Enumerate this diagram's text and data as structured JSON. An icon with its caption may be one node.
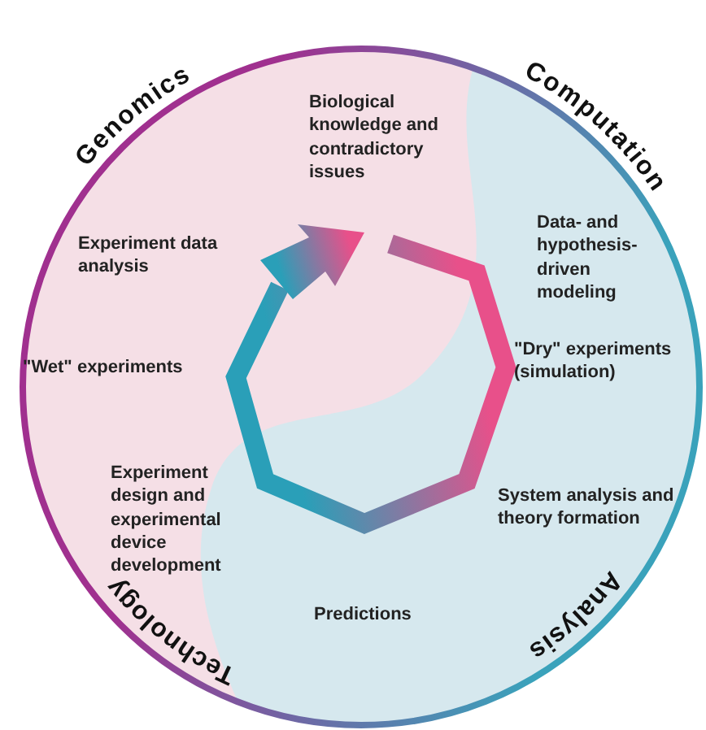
{
  "diagram": {
    "labels": [
      "Genomics",
      "Computation",
      "Biological knowledge and contradictory issues",
      "Experiment data analysis",
      "Data- and hypothesis- driven modeling",
      "\"Wet\" experiments",
      "\"Dry\" experiments (simulation)",
      "Experiment design and experimental device development",
      "System analysis and theory formation",
      "Technology",
      "Predictions",
      "Analysis"
    ]
  }
}
